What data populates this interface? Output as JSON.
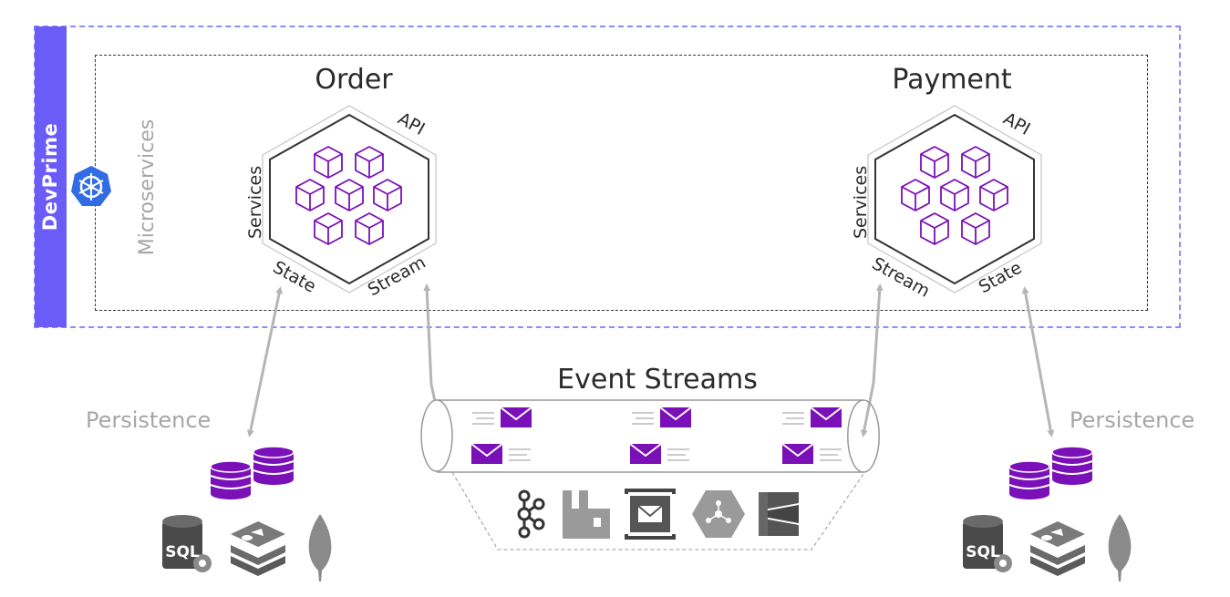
{
  "platform": {
    "name": "DevPrime"
  },
  "container": {
    "label": "Microservices"
  },
  "services": [
    {
      "title": "Order",
      "labels": {
        "top": "API",
        "left": "Services",
        "bottom_left": "State",
        "bottom_right": "Stream"
      }
    },
    {
      "title": "Payment",
      "labels": {
        "top": "API",
        "left": "Services",
        "bottom_left": "Stream",
        "bottom_right": "State"
      }
    }
  ],
  "event_streams": {
    "title": "Event Streams"
  },
  "persistence": {
    "left_label": "Persistence",
    "right_label": "Persistence"
  },
  "db_icons": {
    "sql_text": "SQL"
  },
  "colors": {
    "accent": "#6b5cf7",
    "purple": "#7a10b8",
    "arrow": "#b5b5b5",
    "grey_text": "#a6a6a6",
    "hex_outline": "#333333"
  }
}
